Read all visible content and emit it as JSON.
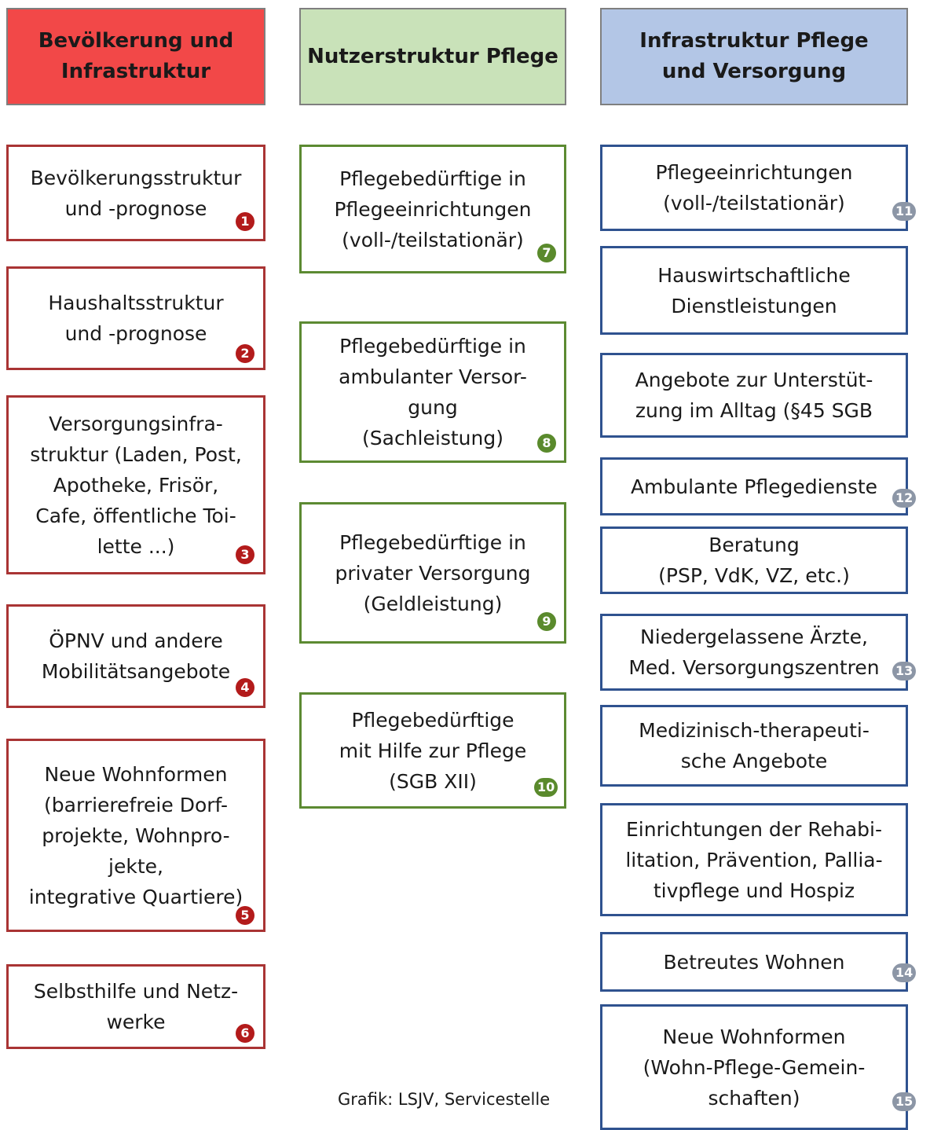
{
  "headers": {
    "col1": "Bevölkerung und\nInfrastruktur",
    "col2": "Nutzerstruktur Pflege",
    "col3": "Infrastruktur Pflege\nund Versorgung"
  },
  "col1": {
    "items": [
      {
        "text": "Bevölkerungsstruktur\nund -prognose",
        "num": "1"
      },
      {
        "text": "Haushaltsstruktur\nund -prognose",
        "num": "2"
      },
      {
        "text": "Versorgungsinfra-\nstruktur (Laden, Post,\nApotheke, Frisör,\nCafe, öffentliche Toi-\nlette ...)",
        "num": "3"
      },
      {
        "text": "ÖPNV und andere\nMobilitätsangebote",
        "num": "4"
      },
      {
        "text": "Neue Wohnformen\n(barrierefreie Dorf-\nprojekte, Wohnpro-\njekte,\nintegrative Quartiere)",
        "num": "5"
      },
      {
        "text": "Selbsthilfe und Netz-\nwerke",
        "num": "6"
      }
    ]
  },
  "col2": {
    "items": [
      {
        "text": "Pflegebedürftige in\nPflegeeinrichtungen\n(voll-/teilstationär)",
        "num": "7"
      },
      {
        "text": "Pflegebedürftige in\nambulanter Versor-\ngung\n(Sachleistung)",
        "num": "8"
      },
      {
        "text": "Pflegebedürftige in\nprivater Versorgung\n(Geldleistung)",
        "num": "9"
      },
      {
        "text": "Pflegebedürftige\nmit Hilfe zur Pflege\n(SGB XII)",
        "num": "10"
      }
    ]
  },
  "col3": {
    "items": [
      {
        "text": "Pflegeeinrichtungen\n(voll-/teilstationär)",
        "num": "11"
      },
      {
        "text": "Hauswirtschaftliche\nDienstleistungen",
        "num": ""
      },
      {
        "text": "Angebote zur Unterstüt-\nzung im Alltag (§45 SGB",
        "num": ""
      },
      {
        "text": "Ambulante Pflegedienste",
        "num": "12"
      },
      {
        "text": "Beratung\n(PSP, VdK, VZ, etc.)",
        "num": ""
      },
      {
        "text": "Niedergelassene Ärzte,\nMed. Versorgungszentren",
        "num": "13"
      },
      {
        "text": "Medizinisch-therapeuti-\nsche Angebote",
        "num": ""
      },
      {
        "text": "Einrichtungen der Rehabi-\nlitation, Prävention, Pallia-\ntivpflege und Hospiz",
        "num": ""
      },
      {
        "text": "Betreutes Wohnen",
        "num": "14"
      },
      {
        "text": "Neue Wohnformen\n(Wohn-Pflege-Gemein-\nschaften)",
        "num": "15"
      }
    ]
  },
  "credit": "Grafik: LSJV, Servicestelle",
  "colors": {
    "red_header": "#f24848",
    "green_header": "#c9e2b9",
    "blue_header": "#b3c6e6",
    "red_border": "#a93434",
    "green_border": "#5c8a32",
    "blue_border": "#2f528f"
  }
}
